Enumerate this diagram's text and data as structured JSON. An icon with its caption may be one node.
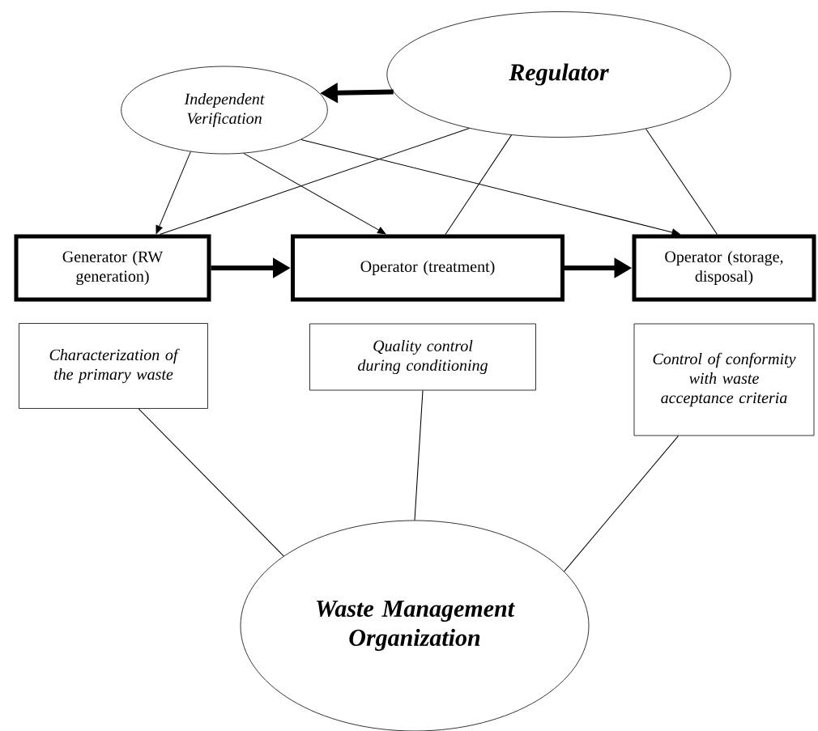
{
  "diagram": {
    "nodes": [
      {
        "text": [
          "Regulator"
        ]
      },
      {
        "text": [
          "Independent Verification"
        ]
      },
      {
        "text": [
          "Generator (RW generation)"
        ]
      },
      {
        "text": [
          "Operator (treatment)"
        ]
      },
      {
        "text": [
          "Operator (storage, disposal)"
        ]
      },
      {
        "text": [
          "Characterization of the primary waste"
        ]
      },
      {
        "text": [
          "Quality control during conditioning"
        ]
      },
      {
        "text": [
          "Control of conformity with waste acceptance criteria"
        ]
      },
      {
        "text": [
          "Waste Management Organization"
        ]
      }
    ],
    "edges": [
      {
        "from": 0,
        "to": 1,
        "arrow": "to",
        "style": "thick"
      },
      {
        "from": 1,
        "to": 2,
        "arrow": "to"
      },
      {
        "from": 1,
        "to": 3,
        "arrow": "to"
      },
      {
        "from": 1,
        "to": 4,
        "arrow": "to"
      },
      {
        "from": 0,
        "to": 2,
        "arrow": "none"
      },
      {
        "from": 0,
        "to": 3,
        "arrow": "none"
      },
      {
        "from": 0,
        "to": 4,
        "arrow": "none"
      },
      {
        "from": 2,
        "to": 3,
        "arrow": "to",
        "style": "thick"
      },
      {
        "from": 3,
        "to": 4,
        "arrow": "to",
        "style": "thick"
      },
      {
        "from": 5,
        "to": 8,
        "arrow": "none"
      },
      {
        "from": 6,
        "to": 8,
        "arrow": "none"
      },
      {
        "from": 7,
        "to": 8,
        "arrow": "none"
      }
    ]
  }
}
